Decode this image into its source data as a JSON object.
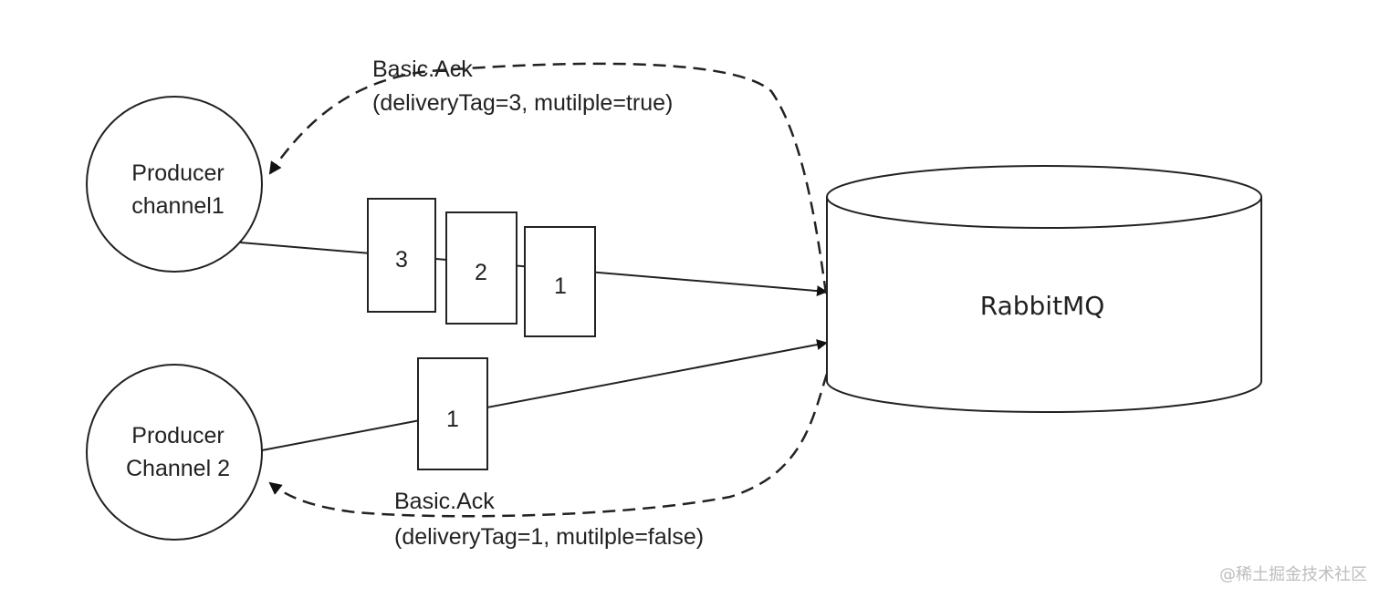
{
  "nodes": {
    "producer1": {
      "line1": "Producer",
      "line2": "channel1"
    },
    "producer2": {
      "line1": "Producer",
      "line2": "Channel 2"
    },
    "broker": {
      "label": "RabbitMQ"
    }
  },
  "messages": {
    "channel1": [
      "3",
      "2",
      "1"
    ],
    "channel2": [
      "1"
    ]
  },
  "acks": {
    "ack1": {
      "line1": "Basic.Ack",
      "line2": "(deliveryTag=3, mutilple=true)"
    },
    "ack2": {
      "line1": "Basic.Ack",
      "line2": "(deliveryTag=1, mutilple=false)"
    }
  },
  "watermark": "@稀土掘金技术社区"
}
